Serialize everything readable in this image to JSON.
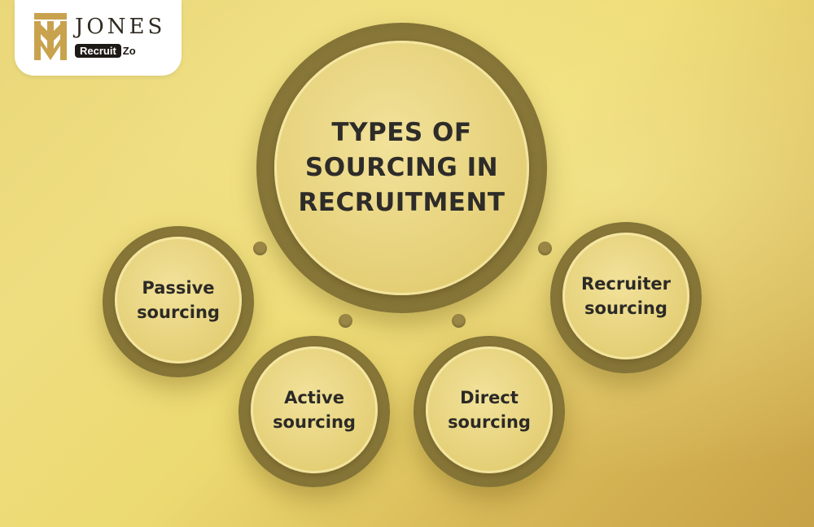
{
  "logo": {
    "brand": "JONES",
    "sub_highlight": "Recruit",
    "sub_tail": "Zo"
  },
  "diagram": {
    "center_title": "TYPES OF\nSOURCING IN\nRECRUITMENT",
    "nodes": [
      {
        "label": "Passive\nsourcing"
      },
      {
        "label": "Active\nsourcing"
      },
      {
        "label": "Direct\nsourcing"
      },
      {
        "label": "Recruiter\nsourcing"
      }
    ]
  },
  "colors": {
    "background": "#ecd970",
    "ring": "#8f7e3c",
    "text": "#2c2a26"
  }
}
